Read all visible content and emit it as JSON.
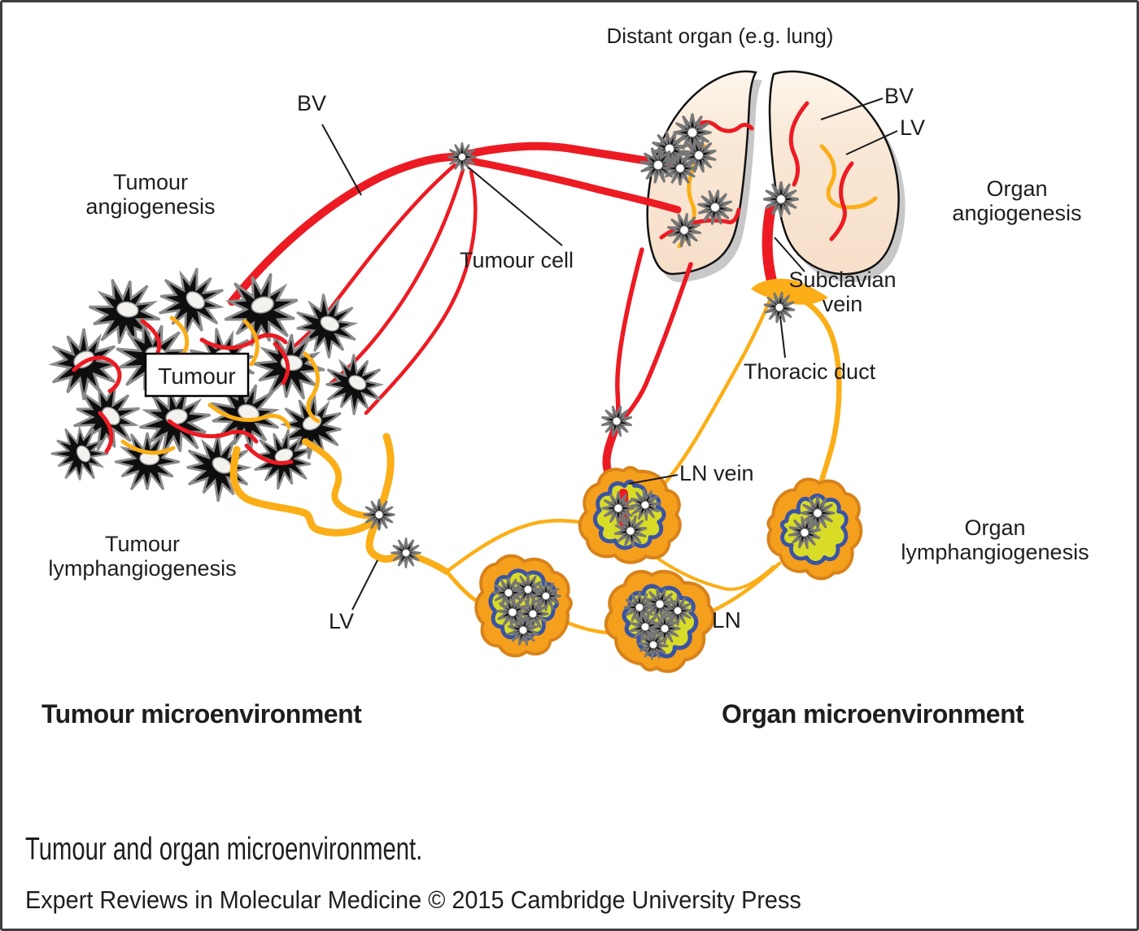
{
  "labels": {
    "distant_organ": "Distant organ (e.g. lung)",
    "bv_top": "BV",
    "bv_lung": "BV",
    "lv_lung": "LV",
    "tumour_angiogenesis": "Tumour\nangiogenesis",
    "organ_angiogenesis": "Organ\nangiogenesis",
    "tumour_cell": "Tumour cell",
    "tumour": "Tumour",
    "subclavian_vein": "Subclavian\nvein",
    "thoracic_duct": "Thoracic duct",
    "ln_vein": "LN vein",
    "ln": "LN",
    "lv_bottom": "LV",
    "tumour_lymphangiogenesis": "Tumour\nlymphangiogenesis",
    "organ_lymphangiogenesis": "Organ\nlymphangiogenesis",
    "tumour_microenvironment": "Tumour microenvironment",
    "organ_microenvironment": "Organ microenvironment"
  },
  "caption": "Tumour and organ microenvironment.",
  "credit": "Expert Reviews in Molecular Medicine © 2015 Cambridge University Press",
  "colors": {
    "blood_vessel_red": "#EC1B23",
    "lymph_vessel_yellow": "#FBAE17",
    "lung_fill": "#F9E8D6",
    "lymph_node_outer": "#F5A01D",
    "lymph_node_border": "#D8821A",
    "lymph_node_inner": "#D9DC26",
    "lymph_node_inner_border": "#3A53A4",
    "tumour_cell_fill": "#0E0E0E",
    "tumour_cell_outline": "#8A8A8A"
  }
}
